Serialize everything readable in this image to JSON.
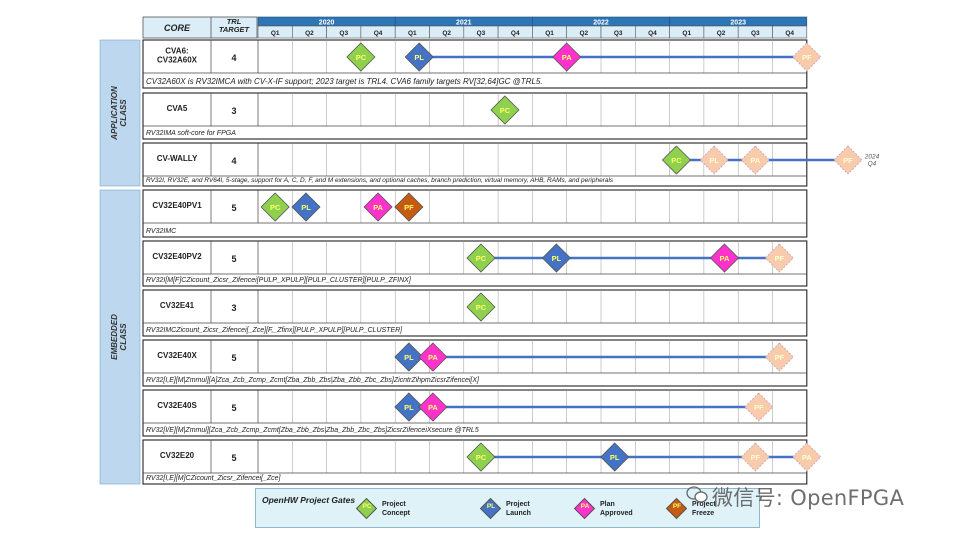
{
  "header": {
    "core_label": "CORE",
    "trl_label": "TRL\nTARGET",
    "years": [
      "2020",
      "2021",
      "2022",
      "2023"
    ],
    "quarters": [
      "Q1",
      "Q2",
      "Q3",
      "Q4"
    ]
  },
  "groups": [
    {
      "label": "APPLICATION\nCLASS",
      "rows": [
        0,
        1,
        2
      ]
    },
    {
      "label": "EMBEDDED\nCLASS",
      "rows": [
        3,
        4,
        5,
        6,
        7,
        8
      ]
    }
  ],
  "rows": [
    {
      "core": "CVA6:\nCV32A60X",
      "trl": "4",
      "desc": "CV32A60X is RV32IMCA with CV-X-IF support; 2023 target is TRL4. CVA6 family targets RV[32,64]GC @TRL5.",
      "desc_size": 8,
      "milestones": [
        {
          "gate": "PC",
          "q": 3
        },
        {
          "gate": "PL",
          "q": 4.7
        },
        {
          "gate": "PA",
          "q": 9
        },
        {
          "gate": "PF",
          "q": 16,
          "tentative": true
        }
      ],
      "line": [
        4.7,
        16
      ]
    },
    {
      "core": "CVA5",
      "trl": "3",
      "desc": "RV32IMA soft-core for FPGA",
      "desc_size": 7,
      "milestones": [
        {
          "gate": "PC",
          "q": 7.2
        }
      ],
      "line": null
    },
    {
      "core": "CV-WALLY",
      "trl": "4",
      "desc": "RV32I, RV32E, and RV64I, 5-stage, support for A, C, D, F, and M extensions, and optional caches, branch prediction, virtual memory, AHB, RAMs, and peripherals",
      "desc_size": 6.5,
      "milestones": [
        {
          "gate": "PC",
          "q": 12.2
        },
        {
          "gate": "PL",
          "q": 13.3,
          "tentative": true
        },
        {
          "gate": "PA",
          "q": 14.5,
          "tentative": true
        },
        {
          "gate": "PF",
          "q": 17.2,
          "tentative": true
        }
      ],
      "line": [
        12.2,
        17.2
      ],
      "note": "2024\nQ4"
    },
    {
      "core": "CV32E40PV1",
      "trl": "5",
      "desc": "RV32IMC",
      "desc_size": 7,
      "milestones": [
        {
          "gate": "PC",
          "q": 0.5
        },
        {
          "gate": "PL",
          "q": 1.4
        },
        {
          "gate": "PA",
          "q": 3.5
        },
        {
          "gate": "PF",
          "q": 4.4
        }
      ],
      "line": null
    },
    {
      "core": "CV32E40PV2",
      "trl": "5",
      "desc": "RV32I[M[F]CZicount_Zicsr_Zifencei[PULP_XPULP][PULP_CLUSTER][PULP_ZFINX]",
      "desc_size": 7,
      "milestones": [
        {
          "gate": "PC",
          "q": 6.5
        },
        {
          "gate": "PL",
          "q": 8.7
        },
        {
          "gate": "PA",
          "q": 13.6
        },
        {
          "gate": "PF",
          "q": 15.2,
          "tentative": true
        }
      ],
      "line": [
        6.5,
        15.2
      ]
    },
    {
      "core": "CV32E41",
      "trl": "3",
      "desc": "RV32IMCZicount_Zicsr_Zifencei[_Zce][F,_Zfinx][PULP_XPULP][PULP_CLUSTER]",
      "desc_size": 7,
      "milestones": [
        {
          "gate": "PC",
          "q": 6.5
        }
      ],
      "line": null
    },
    {
      "core": "CV32E40X",
      "trl": "5",
      "desc": "RV32[I,E][M|Zmmul][A]Zca_Zcb_Zcmp_Zcmt[Zba_Zbb_Zbs|Zba_Zbb_Zbc_Zbs]ZicntrZihpmZicsrZifencei[X]",
      "desc_size": 7,
      "milestones": [
        {
          "gate": "PL",
          "q": 4.4
        },
        {
          "gate": "PA",
          "q": 5.1
        },
        {
          "gate": "PF",
          "q": 15.2,
          "tentative": true
        }
      ],
      "line": [
        5.1,
        15.2
      ]
    },
    {
      "core": "CV32E40S",
      "trl": "5",
      "desc": "RV32[I/E][M|Zmmul][Zca_Zcb_Zcmp_Zcmt[Zba_Zbb_Zbs|Zba_Zbb_Zbc_Zbs]ZicsrZifenceiXsecure @TRL5",
      "desc_size": 7,
      "milestones": [
        {
          "gate": "PL",
          "q": 4.4
        },
        {
          "gate": "PA",
          "q": 5.1
        },
        {
          "gate": "PF",
          "q": 14.6,
          "tentative": true
        }
      ],
      "line": [
        5.1,
        14.6
      ]
    },
    {
      "core": "CV32E20",
      "trl": "5",
      "desc": "RV32[I,E][M]CZicount_Zicsr_Zifencei[_Zce]",
      "desc_size": 7,
      "milestones": [
        {
          "gate": "PC",
          "q": 6.5
        },
        {
          "gate": "PL",
          "q": 10.4
        },
        {
          "gate": "PF",
          "q": 14.5,
          "tentative": true
        },
        {
          "gate": "PA",
          "q": 16,
          "tentative": true
        }
      ],
      "line": [
        6.5,
        16
      ]
    }
  ],
  "gates": {
    "PC": {
      "abbr": "PC",
      "fill": "#8fd14f",
      "text": "#ffff66",
      "name": "Project\nConcept"
    },
    "PL": {
      "abbr": "PL",
      "fill": "#4472c4",
      "text": "#ffff66",
      "name": "Project\nLaunch"
    },
    "PA": {
      "abbr": "PA",
      "fill": "#ff33cc",
      "text": "#ffff66",
      "name": "Plan\nApproved"
    },
    "PF": {
      "abbr": "PF",
      "fill": "#c55a11",
      "text": "#ffff66",
      "name": "Project\nFreeze"
    }
  },
  "tentative_fill": "#f8cbad",
  "legend": {
    "title": "OpenHW Project Gates",
    "order": [
      "PC",
      "PL",
      "PA",
      "PF"
    ]
  },
  "colors": {
    "header_blue": "#2e75b6",
    "header_light": "#dbeef7",
    "group_band": "#bdd7ee",
    "line": "#4472c4"
  },
  "watermark": "微信号: OpenFPGA"
}
